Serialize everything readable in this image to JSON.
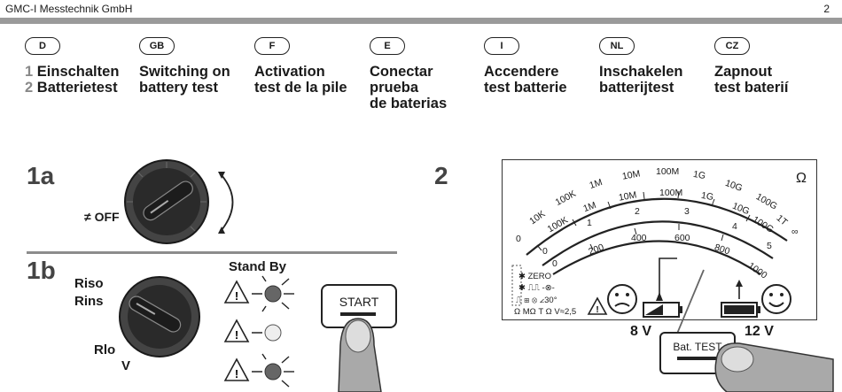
{
  "header": {
    "company": "GMC-I Messtechnik GmbH",
    "page": "2"
  },
  "languages": [
    {
      "code": "D",
      "line1": "Einschalten",
      "line2": "Batterietest",
      "line3": "",
      "num1": "1",
      "num2": "2"
    },
    {
      "code": "GB",
      "line1": "Switching on",
      "line2": "battery test",
      "line3": ""
    },
    {
      "code": "F",
      "line1": "Activation",
      "line2": "test de la pile",
      "line3": ""
    },
    {
      "code": "E",
      "line1": "Conectar",
      "line2": "prueba",
      "line3": "de baterias"
    },
    {
      "code": "I",
      "line1": "Accendere",
      "line2": "test batterie",
      "line3": ""
    },
    {
      "code": "NL",
      "line1": "Inschakelen",
      "line2": "batterijtest",
      "line3": ""
    },
    {
      "code": "CZ",
      "line1": "Zapnout",
      "line2": "test baterií",
      "line3": ""
    }
  ],
  "fig1a": {
    "label": "1a",
    "off_label": "≠ OFF"
  },
  "fig1b": {
    "label": "1b",
    "riso": "Riso",
    "rins": "Rins",
    "rlo": "Rlo",
    "v": "V",
    "standby": "Stand By",
    "start": "START"
  },
  "fig2": {
    "label": "2",
    "omega": "Ω",
    "battery_low": "8 V",
    "battery_high": "12 V",
    "bat_test": "Bat. TEST",
    "scale_ohm": [
      "0",
      "10K",
      "100K",
      "1M",
      "10M",
      "100M",
      "1G",
      "10G",
      "100G",
      "1T",
      "∞"
    ],
    "scale_mid": [
      "100K",
      "1M",
      "10M",
      "100M",
      "1G",
      "10G",
      "100G"
    ],
    "scale_num": [
      "0",
      "1",
      "2",
      "3",
      "4",
      "5"
    ],
    "scale_volt": [
      "0",
      "200",
      "400",
      "600",
      "800",
      "1000"
    ],
    "legend": [
      "ZERO",
      "Ω MΩ T Ω V≈2,5",
      "30°"
    ]
  }
}
